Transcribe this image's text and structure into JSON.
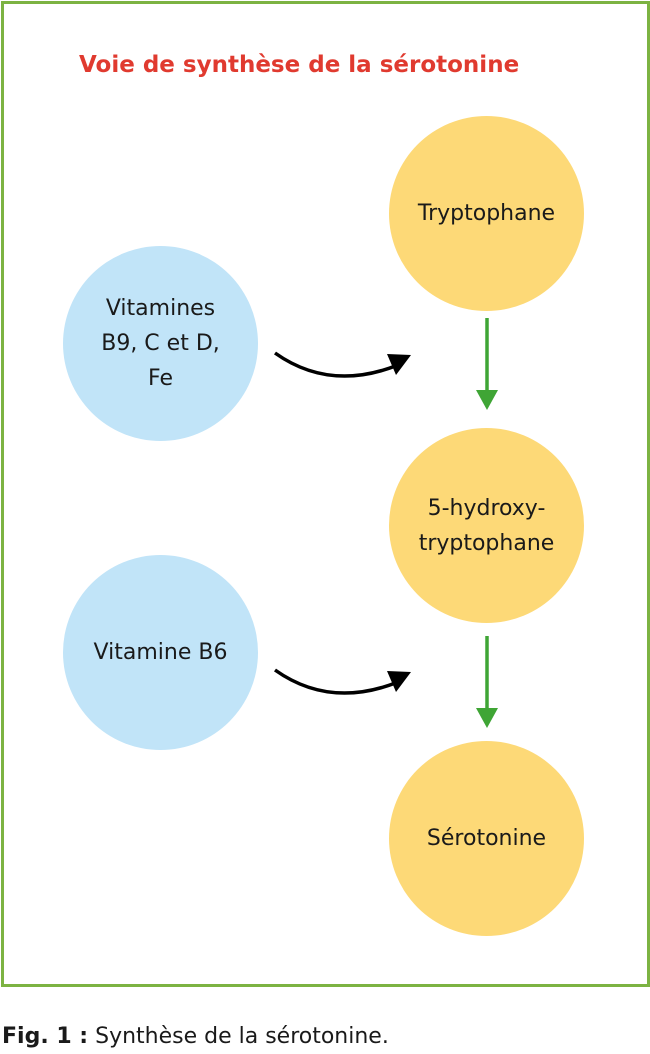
{
  "diagram": {
    "title": "Voie de synthèse de la sérotonine",
    "nodes": {
      "tryptophane": "Tryptophane",
      "hydroxytryptophane": "5-hydroxy-\ntryptophane",
      "serotonine": "Sérotonine",
      "vitamines_b9_c_d_fe": "Vitamines\nB9, C et D,\nFe",
      "vitamine_b6": "Vitamine B6"
    },
    "colors": {
      "frame": "#7cb342",
      "title": "#e03a2f",
      "pathway_node": "#fdd977",
      "cofactor_node": "#c1e4f8",
      "pathway_arrow": "#3fa535",
      "cofactor_arrow": "#000000"
    }
  },
  "caption": {
    "label": "Fig. 1 :",
    "text": " Synthèse de la sérotonine."
  }
}
